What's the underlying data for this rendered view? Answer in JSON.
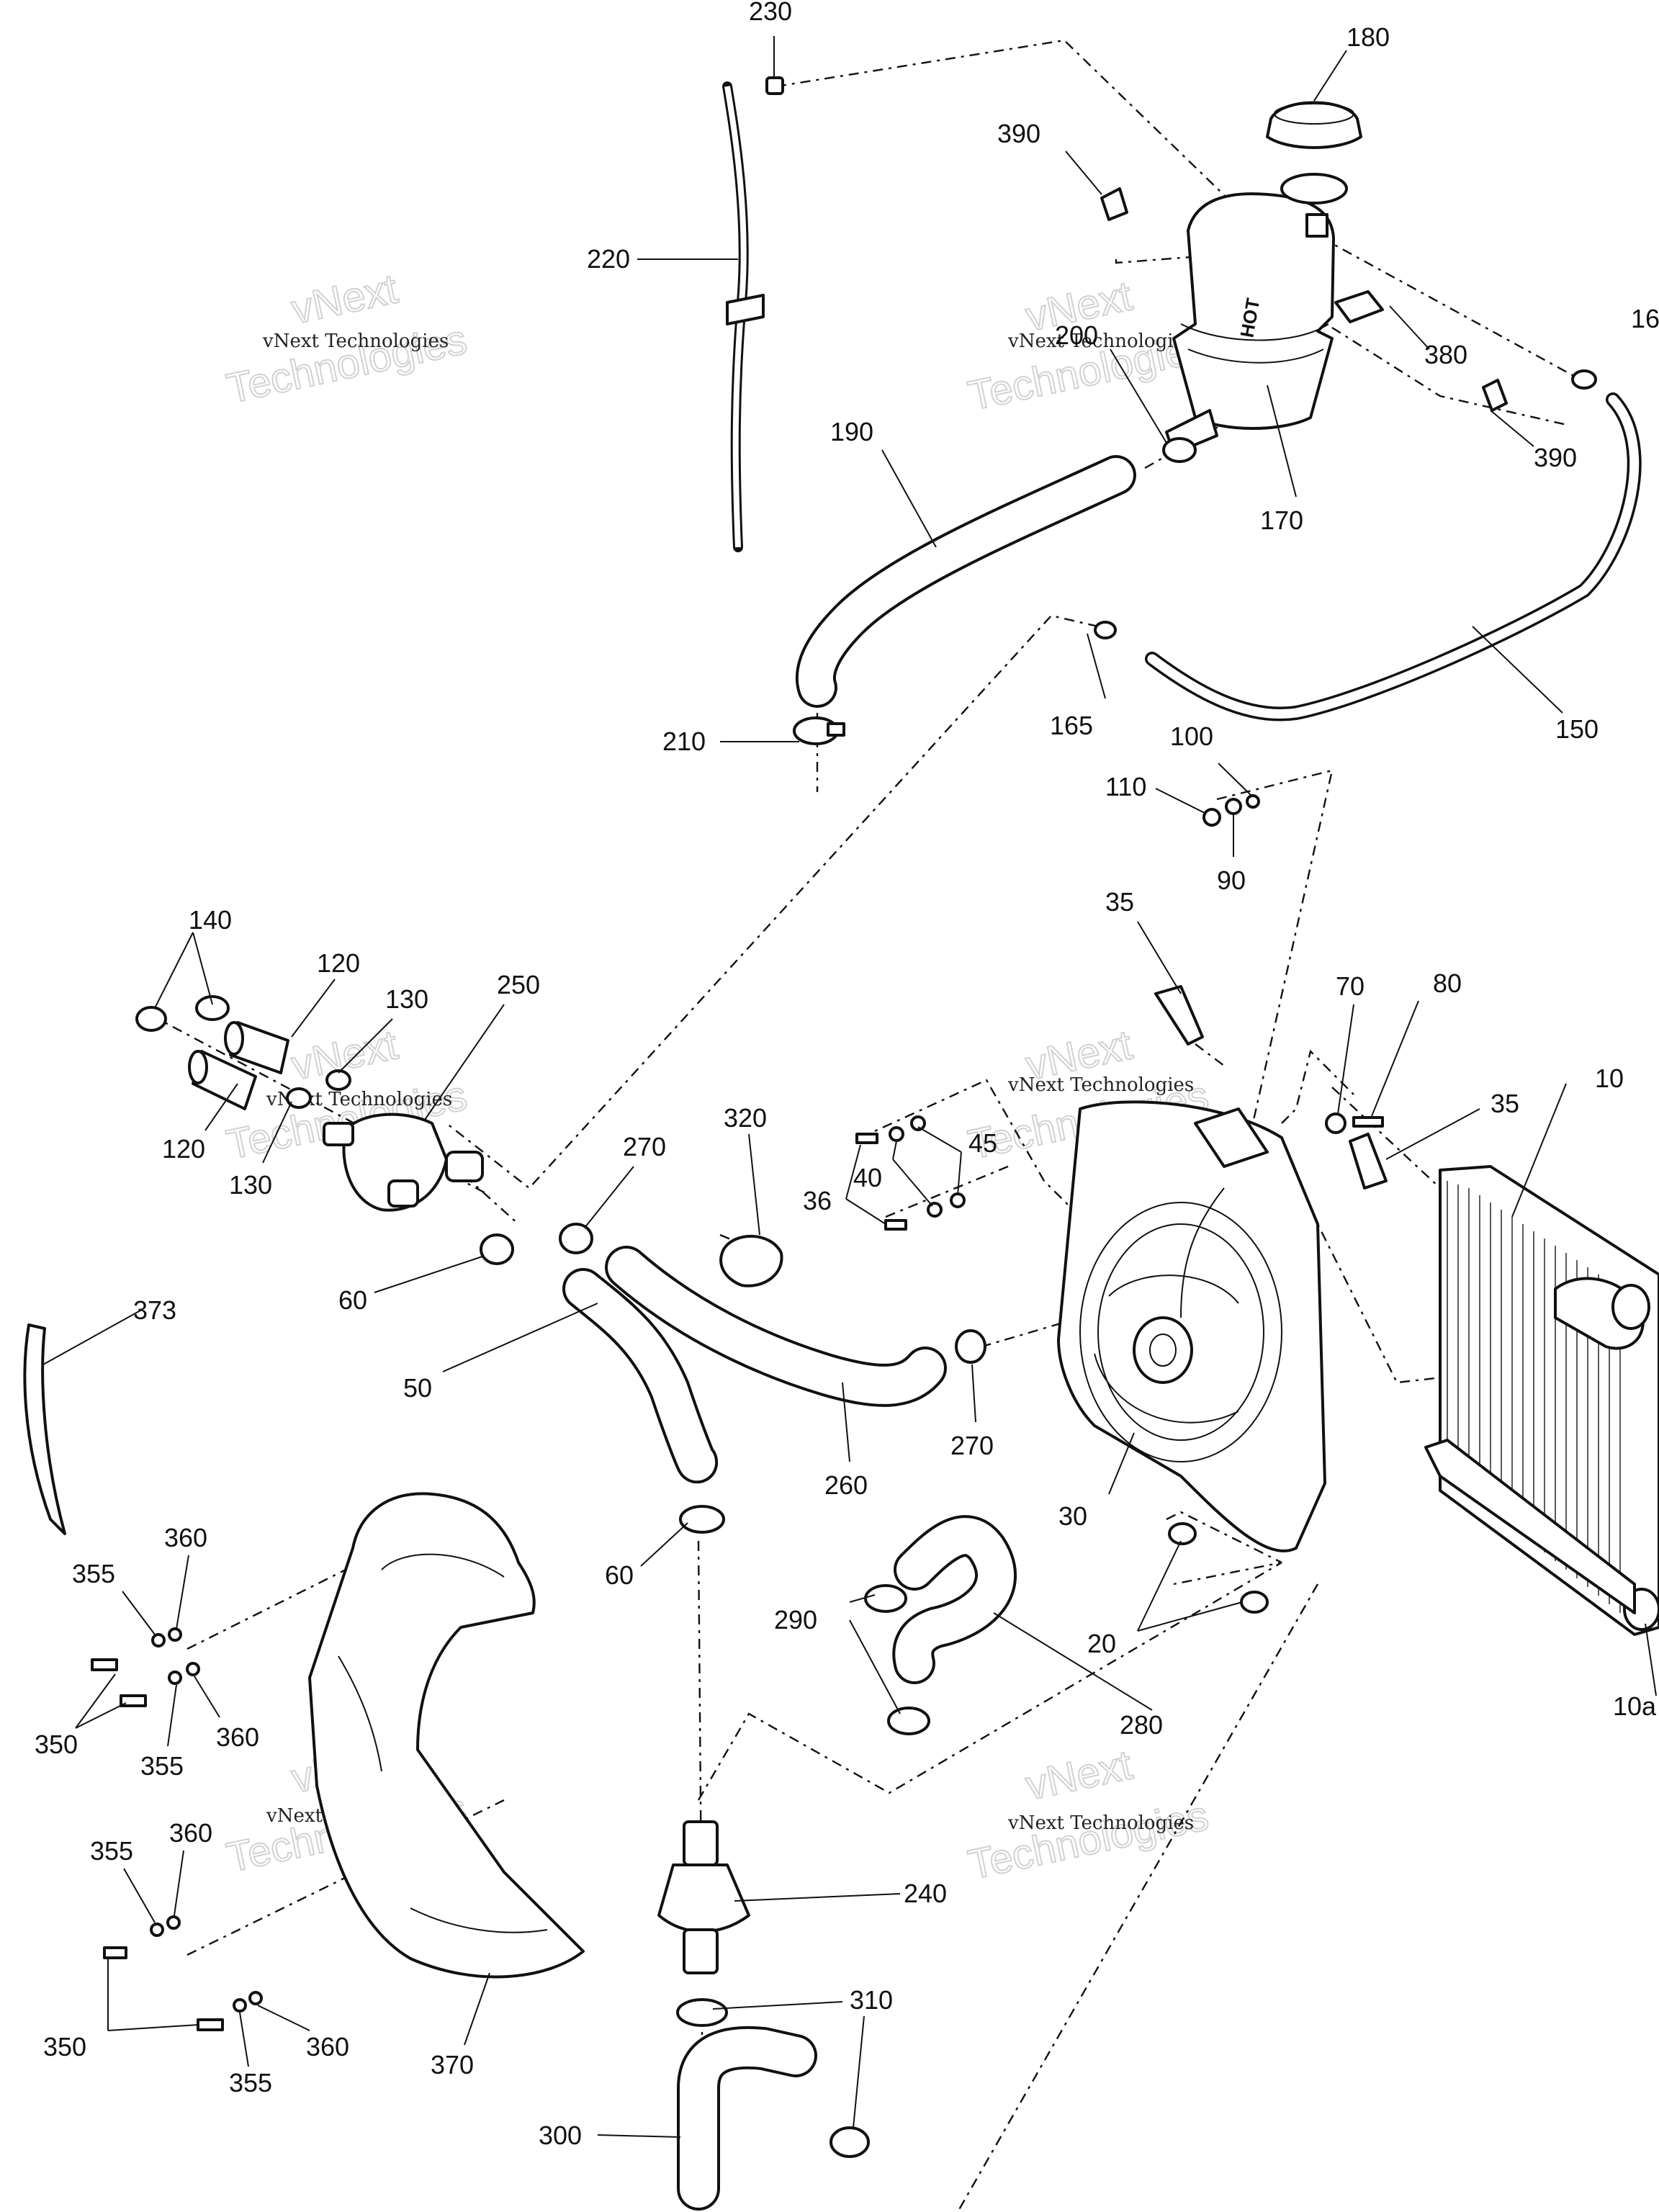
{
  "callouts": {
    "c230": "230",
    "c180": "180",
    "c390a": "390",
    "c220": "220",
    "c200": "200",
    "c380": "380",
    "c16": "16",
    "c390b": "390",
    "c190": "190",
    "c170": "170",
    "c165": "165",
    "c150": "150",
    "c210": "210",
    "c100": "100",
    "c110": "110",
    "c90": "90",
    "c35a": "35",
    "c140": "140",
    "c120a": "120",
    "c130a": "130",
    "c250": "250",
    "c120b": "120",
    "c130b": "130",
    "c70": "70",
    "c80": "80",
    "c10": "10",
    "c35b": "35",
    "c320": "320",
    "c45": "45",
    "c40": "40",
    "c36": "36",
    "c270a": "270",
    "c60a": "60",
    "c373": "373",
    "c50": "50",
    "c260": "260",
    "c270b": "270",
    "c30": "30",
    "c60b": "60",
    "c360a": "360",
    "c355a": "355",
    "c290": "290",
    "c280": "280",
    "c20": "20",
    "c10a": "10a",
    "c350a": "350",
    "c355b": "355",
    "c360b": "360",
    "c240": "240",
    "c355c": "355",
    "c360c": "360",
    "c310": "310",
    "c350b": "350",
    "c355d": "355",
    "c360d": "360",
    "c370": "370",
    "c300": "300"
  },
  "watermarks": {
    "label": "vNext Technologies",
    "big_line1": "vNext",
    "big_line2": "Technologies"
  },
  "decals": {
    "tank_hot": "HOT"
  }
}
